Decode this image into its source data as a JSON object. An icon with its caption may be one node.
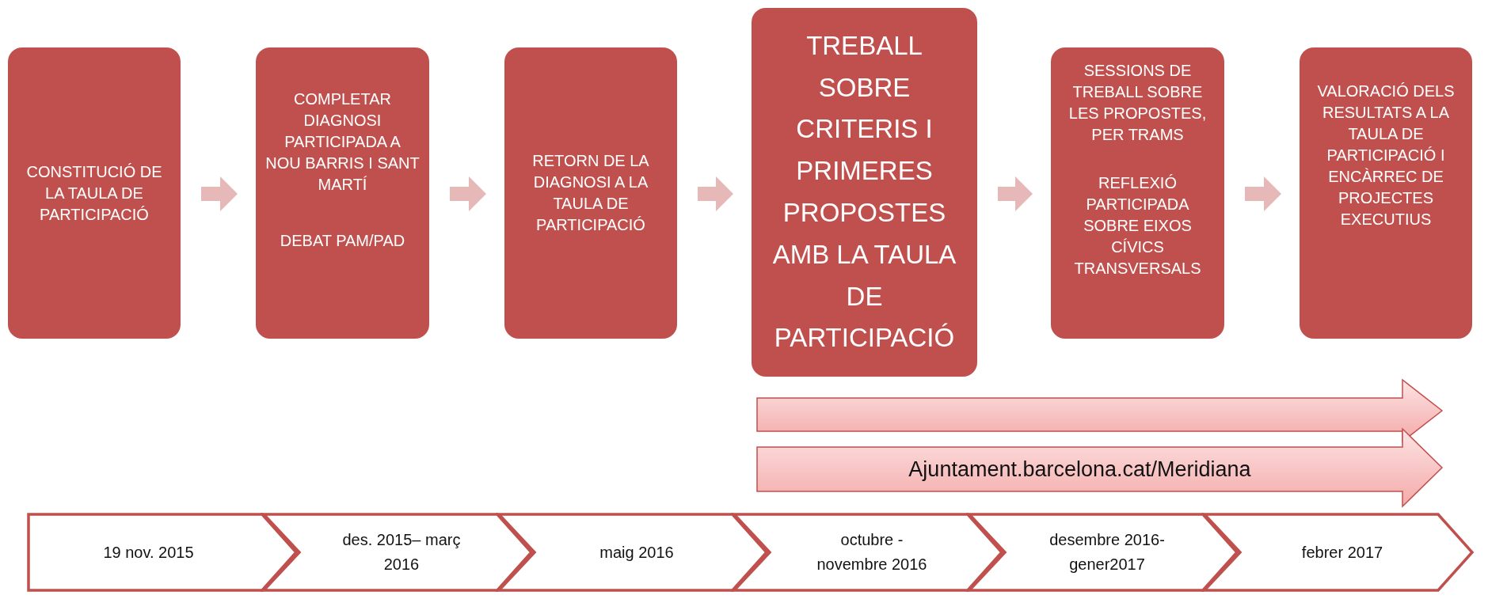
{
  "diagram": {
    "nodes": [
      {
        "text": [
          "CONSTITUCIÓ DE LA TAULA DE PARTICIPACIÓ"
        ]
      },
      {
        "text": [
          "COMPLETAR DIAGNOSI PARTICIPADA A NOU BARRIS I SANT MARTÍ",
          "DEBAT PAM/PAD"
        ]
      },
      {
        "text": [
          "RETORN DE LA DIAGNOSI A LA TAULA DE PARTICIPACIÓ"
        ]
      },
      {
        "text": [
          "TREBALL SOBRE CRITERIS I PRIMERES PROPOSTES AMB LA TAULA DE PARTICIPACIÓ"
        ]
      },
      {
        "text": [
          "SESSIONS DE TREBALL SOBRE LES PROPOSTES, PER TRAMS",
          "REFLEXIÓ PARTICIPADA SOBRE EIXOS CÍVICS TRANSVERSALS"
        ]
      },
      {
        "text": [
          "VALORACIÓ DELS RESULTATS A LA TAULA DE PARTICIPACIÓ I ENCÀRREC DE PROJECTES EXECUTIUS"
        ]
      },
      {
        "text": [],
        "shape": "arrow"
      },
      {
        "text": [
          "Ajuntament.barcelona.cat/Meridiana"
        ]
      },
      {
        "text": [
          "19 nov. 2015"
        ]
      },
      {
        "text": [
          "des. 2015– març 2016"
        ]
      },
      {
        "text": [
          "maig 2016"
        ]
      },
      {
        "text": [
          "octubre - novembre 2016"
        ]
      },
      {
        "text": [
          "desembre 2016- gener2017"
        ]
      },
      {
        "text": [
          "febrer 2017"
        ]
      }
    ],
    "edges": [
      {
        "from": 0,
        "to": 1,
        "arrow": "to"
      },
      {
        "from": 1,
        "to": 2,
        "arrow": "to"
      },
      {
        "from": 2,
        "to": 3,
        "arrow": "to"
      },
      {
        "from": 3,
        "to": 4,
        "arrow": "to"
      },
      {
        "from": 4,
        "to": 5,
        "arrow": "to"
      }
    ]
  }
}
